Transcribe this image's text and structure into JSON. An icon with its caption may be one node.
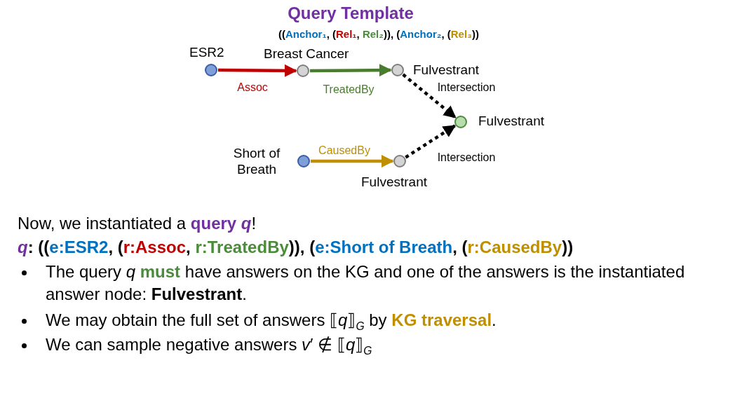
{
  "diagram": {
    "title": "Query Template",
    "nodes": [
      {
        "text": [
          "ESR2"
        ]
      },
      {
        "text": [
          "Breast Cancer"
        ]
      },
      {
        "text": [
          "Fulvestrant"
        ]
      },
      {
        "text": [
          "Fulvestrant"
        ]
      },
      {
        "text": [
          "Short of Breath"
        ]
      },
      {
        "text": [
          "Fulvestrant"
        ]
      }
    ],
    "edges": [
      {
        "from": 0,
        "to": 1,
        "arrow": "to",
        "label": "Assoc",
        "color": "#c00000"
      },
      {
        "from": 1,
        "to": 2,
        "arrow": "to",
        "label": "TreatedBy",
        "color": "#4a7c2f"
      },
      {
        "from": 2,
        "to": 3,
        "arrow": "to",
        "label": "Intersection",
        "style": "dashed"
      },
      {
        "from": 4,
        "to": 5,
        "arrow": "to",
        "label": "CausedBy",
        "color": "#bf8f00"
      },
      {
        "from": 5,
        "to": 3,
        "arrow": "to",
        "label": "Intersection",
        "style": "dashed"
      }
    ],
    "labels": [
      "((Anchor₁, (Rel₁, Rel₂)), (Anchor₂, (Rel₃))",
      "Now, we instantiated a **query** *q*!",
      "*q*: ((e:ESR2, (r:Assoc, r:TreatedBy)), (e:Short of Breath, (r:CausedBy))",
      "The query *q* **must** have answers on the KG and one of the answers is the instantiated answer node: **Fulvestrant**.",
      "We may obtain the full set of answers ⟦*q*⟧$_{G}$ by **KG traversal**.",
      "We can sample negative answers *v*′ ∉ ⟦*q*⟧$_{G}$"
    ]
  }
}
